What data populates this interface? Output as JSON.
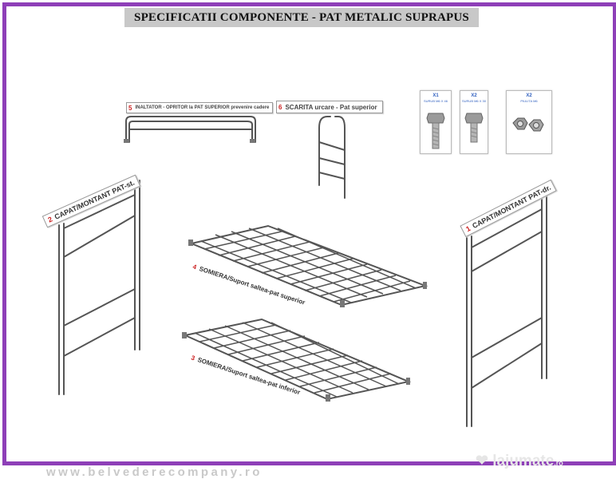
{
  "title": "SPECIFICATII COMPONENTE - PAT METALIC SUPRAPUS",
  "components": {
    "inaltator": {
      "num": "5",
      "text": "INALTATOR - OPRITOR la PAT SUPERIOR prevenire cadere"
    },
    "scarita": {
      "num": "6",
      "text": "SCARITA urcare - Pat superior"
    },
    "montant_st": {
      "num": "2",
      "text": "CAPAT/MONTANT PAT-st."
    },
    "montant_dr": {
      "num": "1",
      "text": "CAPAT/MONTANT PAT-dr."
    },
    "somiera_sup": {
      "num": "4",
      "text": "SOMIERA/Suport saltea-pat superior"
    },
    "somiera_inf": {
      "num": "3",
      "text": "SOMIERA/Suport saltea-pat inferior"
    }
  },
  "hardware": [
    {
      "count": "X1",
      "spec": "SURUB M6 X 46"
    },
    {
      "count": "X2",
      "spec": "SURUB M6 X 30"
    },
    {
      "count": "X2",
      "spec": "PIULITA M6"
    }
  ],
  "footer": "www.belvederecompany.ro",
  "watermark": {
    "brand": "lajumate",
    "suffix": ".ro"
  },
  "colors": {
    "frame": "#8e3fb8",
    "accent_number": "#cc2222",
    "metal": "#555555"
  }
}
